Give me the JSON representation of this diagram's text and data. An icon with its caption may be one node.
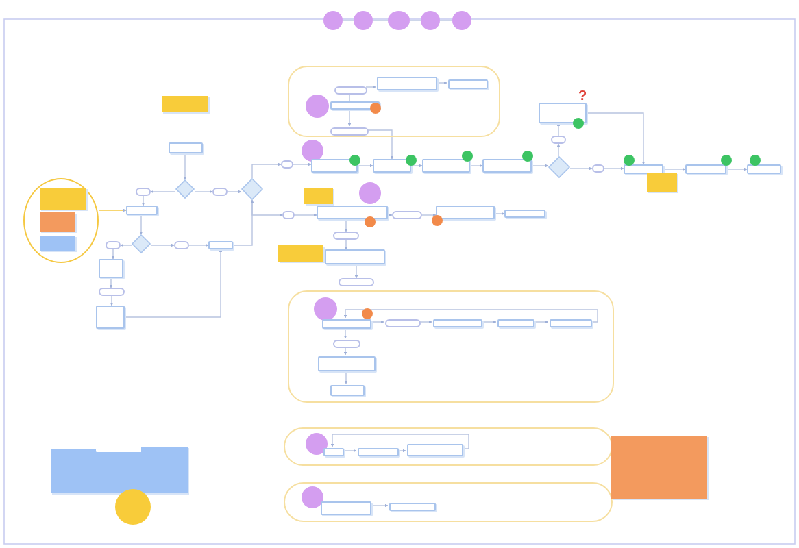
{
  "diagram": {
    "nodes": [
      {
        "text": [],
        "shape": "circle"
      },
      {
        "text": [],
        "shape": "circle"
      },
      {
        "text": [],
        "shape": "circle"
      },
      {
        "text": [],
        "shape": "circle"
      },
      {
        "text": [],
        "shape": "circle"
      },
      {
        "text": [],
        "shape": "group"
      },
      {
        "text": [],
        "shape": "pill",
        "in": 5
      },
      {
        "text": [],
        "shape": "box",
        "in": 5
      },
      {
        "text": [],
        "shape": "box",
        "in": 5
      },
      {
        "text": [],
        "shape": "circle",
        "in": 5
      },
      {
        "text": [],
        "shape": "box",
        "in": 5
      },
      {
        "text": [],
        "shape": "pill",
        "in": 5
      },
      {
        "text": [],
        "shape": "box"
      },
      {
        "text": [],
        "shape": "box"
      },
      {
        "text": [],
        "shape": "diamond"
      },
      {
        "text": [],
        "shape": "pill"
      },
      {
        "text": [],
        "shape": "pill"
      },
      {
        "text": [],
        "shape": "diamond"
      },
      {
        "text": [],
        "shape": "box"
      },
      {
        "text": [],
        "shape": "ellipse"
      },
      {
        "text": [],
        "shape": "box",
        "in": 19
      },
      {
        "text": [],
        "shape": "box",
        "in": 19
      },
      {
        "text": [],
        "shape": "box",
        "in": 19
      },
      {
        "text": [],
        "shape": "diamond"
      },
      {
        "text": [],
        "shape": "pill"
      },
      {
        "text": [],
        "shape": "pill"
      },
      {
        "text": [],
        "shape": "box"
      },
      {
        "text": [],
        "shape": "box"
      },
      {
        "text": [],
        "shape": "pill"
      },
      {
        "text": [],
        "shape": "box"
      },
      {
        "text": [],
        "shape": "circle"
      },
      {
        "text": [],
        "shape": "pill"
      },
      {
        "text": [],
        "shape": "box"
      },
      {
        "text": [],
        "shape": "box"
      },
      {
        "text": [],
        "shape": "box"
      },
      {
        "text": [],
        "shape": "box"
      },
      {
        "text": [],
        "shape": "diamond"
      },
      {
        "text": [],
        "shape": "pill"
      },
      {
        "text": [],
        "shape": "box"
      },
      {
        "text": [],
        "shape": "pill"
      },
      {
        "text": [],
        "shape": "box"
      },
      {
        "text": [],
        "shape": "box"
      },
      {
        "text": [],
        "shape": "box"
      },
      {
        "text": [],
        "shape": "box"
      },
      {
        "text": [],
        "shape": "pill"
      },
      {
        "text": [],
        "shape": "box"
      },
      {
        "text": [],
        "shape": "circle"
      },
      {
        "text": [],
        "shape": "box"
      },
      {
        "text": [],
        "shape": "pill"
      },
      {
        "text": [],
        "shape": "box"
      },
      {
        "text": [],
        "shape": "box"
      },
      {
        "text": [],
        "shape": "pill"
      },
      {
        "text": [],
        "shape": "box"
      },
      {
        "text": [],
        "shape": "box"
      },
      {
        "text": [],
        "shape": "pill"
      },
      {
        "text": [],
        "shape": "group"
      },
      {
        "text": [],
        "shape": "circle",
        "in": 55
      },
      {
        "text": [],
        "shape": "box",
        "in": 55
      },
      {
        "text": [],
        "shape": "pill",
        "in": 55
      },
      {
        "text": [],
        "shape": "box",
        "in": 55
      },
      {
        "text": [],
        "shape": "box",
        "in": 55
      },
      {
        "text": [],
        "shape": "box",
        "in": 55
      },
      {
        "text": [],
        "shape": "pill",
        "in": 55
      },
      {
        "text": [],
        "shape": "box",
        "in": 55
      },
      {
        "text": [],
        "shape": "box",
        "in": 55
      },
      {
        "text": [],
        "shape": "pill"
      },
      {
        "text": [],
        "shape": "circle",
        "in": 65
      },
      {
        "text": [],
        "shape": "box",
        "in": 65
      },
      {
        "text": [],
        "shape": "box",
        "in": 65
      },
      {
        "text": [],
        "shape": "box",
        "in": 65
      },
      {
        "text": [],
        "shape": "pill"
      },
      {
        "text": [],
        "shape": "circle",
        "in": 70
      },
      {
        "text": [],
        "shape": "box",
        "in": 70
      },
      {
        "text": [],
        "shape": "box",
        "in": 70
      },
      {
        "text": [],
        "shape": "box"
      },
      {
        "text": [],
        "shape": "box"
      },
      {
        "text": [],
        "shape": "box"
      },
      {
        "text": [],
        "shape": "box"
      },
      {
        "text": [],
        "shape": "circle"
      }
    ],
    "edges": [
      {
        "from": 0,
        "to": 1,
        "arrow": "none"
      },
      {
        "from": 1,
        "to": 2,
        "arrow": "none"
      },
      {
        "from": 2,
        "to": 3,
        "arrow": "none"
      },
      {
        "from": 3,
        "to": 4,
        "arrow": "none"
      },
      {
        "from": 6,
        "to": 7,
        "arrow": "to"
      },
      {
        "from": 7,
        "to": 8,
        "arrow": "to"
      },
      {
        "from": 6,
        "to": 11,
        "arrow": "to"
      },
      {
        "from": 11,
        "to": 33,
        "arrow": "to"
      },
      {
        "from": 17,
        "to": 31,
        "arrow": "to"
      },
      {
        "from": 31,
        "to": 32,
        "arrow": "to"
      },
      {
        "from": 32,
        "to": 33,
        "arrow": "to"
      },
      {
        "from": 33,
        "to": 34,
        "arrow": "to"
      },
      {
        "from": 34,
        "to": 35,
        "arrow": "to"
      },
      {
        "from": 35,
        "to": 36,
        "arrow": "to"
      },
      {
        "from": 36,
        "to": 37,
        "arrow": "to"
      },
      {
        "from": 37,
        "to": 38,
        "arrow": "to"
      },
      {
        "from": 38,
        "to": 40,
        "arrow": "to"
      },
      {
        "from": 36,
        "to": 39,
        "arrow": "to"
      },
      {
        "from": 39,
        "to": 40,
        "arrow": "to"
      },
      {
        "from": 40,
        "to": 42,
        "arrow": "to"
      },
      {
        "from": 42,
        "to": 43,
        "arrow": "to"
      },
      {
        "from": 13,
        "to": 14,
        "arrow": "to"
      },
      {
        "from": 14,
        "to": 15,
        "arrow": "to"
      },
      {
        "from": 15,
        "to": 18,
        "arrow": "to"
      },
      {
        "from": 14,
        "to": 16,
        "arrow": "to"
      },
      {
        "from": 16,
        "to": 17,
        "arrow": "to"
      },
      {
        "from": 17,
        "to": 44,
        "arrow": "to"
      },
      {
        "from": 44,
        "to": 47,
        "arrow": "to"
      },
      {
        "from": 47,
        "to": 48,
        "arrow": "to"
      },
      {
        "from": 48,
        "to": 49,
        "arrow": "to"
      },
      {
        "from": 49,
        "to": 50,
        "arrow": "to"
      },
      {
        "from": 47,
        "to": 51,
        "arrow": "to"
      },
      {
        "from": 51,
        "to": 53,
        "arrow": "to"
      },
      {
        "from": 53,
        "to": 54,
        "arrow": "to"
      },
      {
        "from": 19,
        "to": 18,
        "arrow": "to",
        "color": "#f5c842"
      },
      {
        "from": 18,
        "to": 23,
        "arrow": "to"
      },
      {
        "from": 23,
        "to": 24,
        "arrow": "to"
      },
      {
        "from": 24,
        "to": 27,
        "arrow": "to"
      },
      {
        "from": 27,
        "to": 28,
        "arrow": "to"
      },
      {
        "from": 28,
        "to": 29,
        "arrow": "to"
      },
      {
        "from": 29,
        "to": 26,
        "arrow": "to"
      },
      {
        "from": 23,
        "to": 25,
        "arrow": "to"
      },
      {
        "from": 25,
        "to": 26,
        "arrow": "to"
      },
      {
        "from": 26,
        "to": 17,
        "arrow": "to"
      },
      {
        "from": 57,
        "to": 58,
        "arrow": "to"
      },
      {
        "from": 58,
        "to": 59,
        "arrow": "to"
      },
      {
        "from": 59,
        "to": 60,
        "arrow": "to"
      },
      {
        "from": 60,
        "to": 61,
        "arrow": "to"
      },
      {
        "from": 61,
        "to": 57,
        "arrow": "to"
      },
      {
        "from": 57,
        "to": 62,
        "arrow": "to"
      },
      {
        "from": 62,
        "to": 63,
        "arrow": "to"
      },
      {
        "from": 63,
        "to": 64,
        "arrow": "to"
      },
      {
        "from": 67,
        "to": 68,
        "arrow": "to"
      },
      {
        "from": 68,
        "to": 69,
        "arrow": "to"
      },
      {
        "from": 69,
        "to": 67,
        "arrow": "to"
      },
      {
        "from": 72,
        "to": 73,
        "arrow": "to"
      }
    ],
    "labels": [
      "?"
    ]
  }
}
